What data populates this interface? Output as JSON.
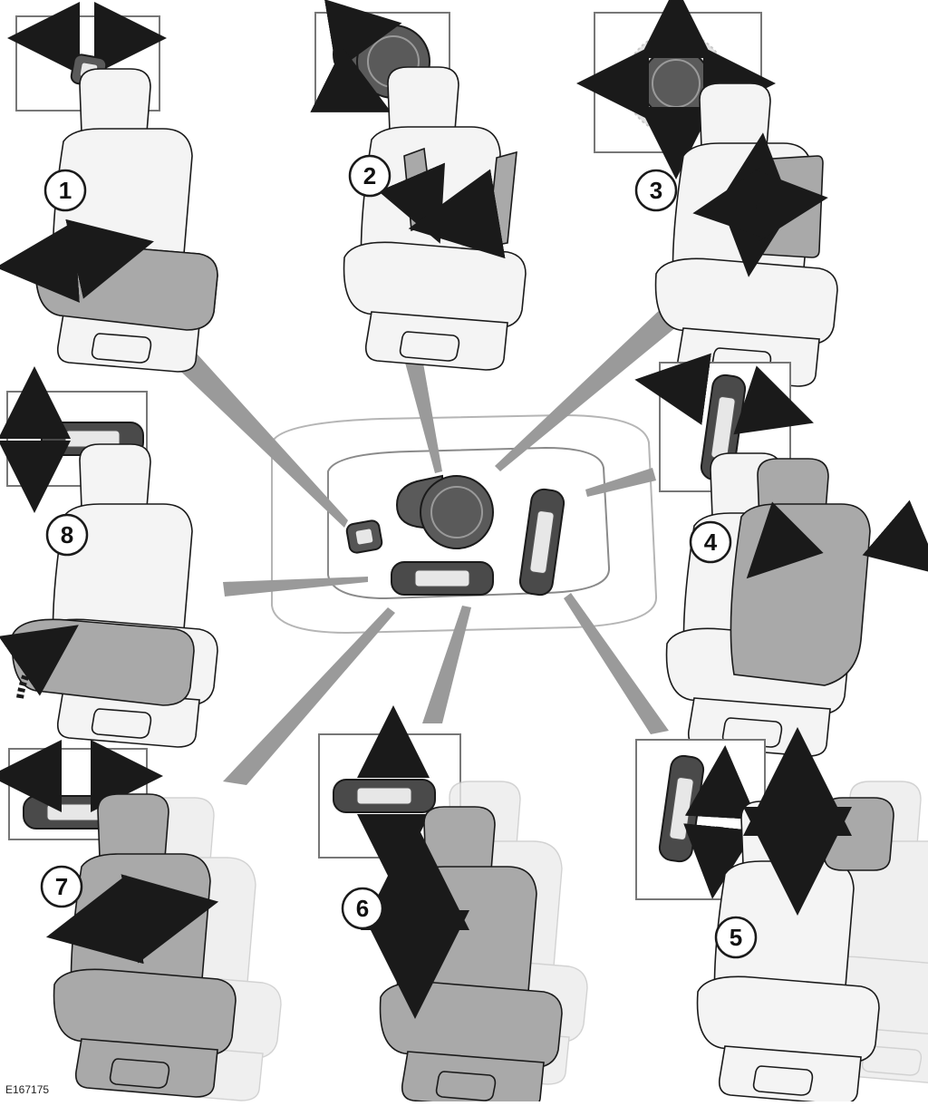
{
  "figure": {
    "reference_code": "E167175",
    "callouts": [
      {
        "number": "1",
        "function": "seat-cushion-fore-aft"
      },
      {
        "number": "2",
        "function": "lumbar-support"
      },
      {
        "number": "3",
        "function": "lumbar-four-way"
      },
      {
        "number": "4",
        "function": "backrest-recline"
      },
      {
        "number": "5",
        "function": "seat-height-headrest"
      },
      {
        "number": "6",
        "function": "seat-height"
      },
      {
        "number": "7",
        "function": "seat-fore-aft"
      },
      {
        "number": "8",
        "function": "cushion-tilt"
      }
    ]
  },
  "colors": {
    "line": "#1a1a1a",
    "seat_fill": "#f4f4f4",
    "highlight": "#a9a9a9",
    "connector": "#9a9a9a",
    "control_dark": "#3c3c3c"
  }
}
